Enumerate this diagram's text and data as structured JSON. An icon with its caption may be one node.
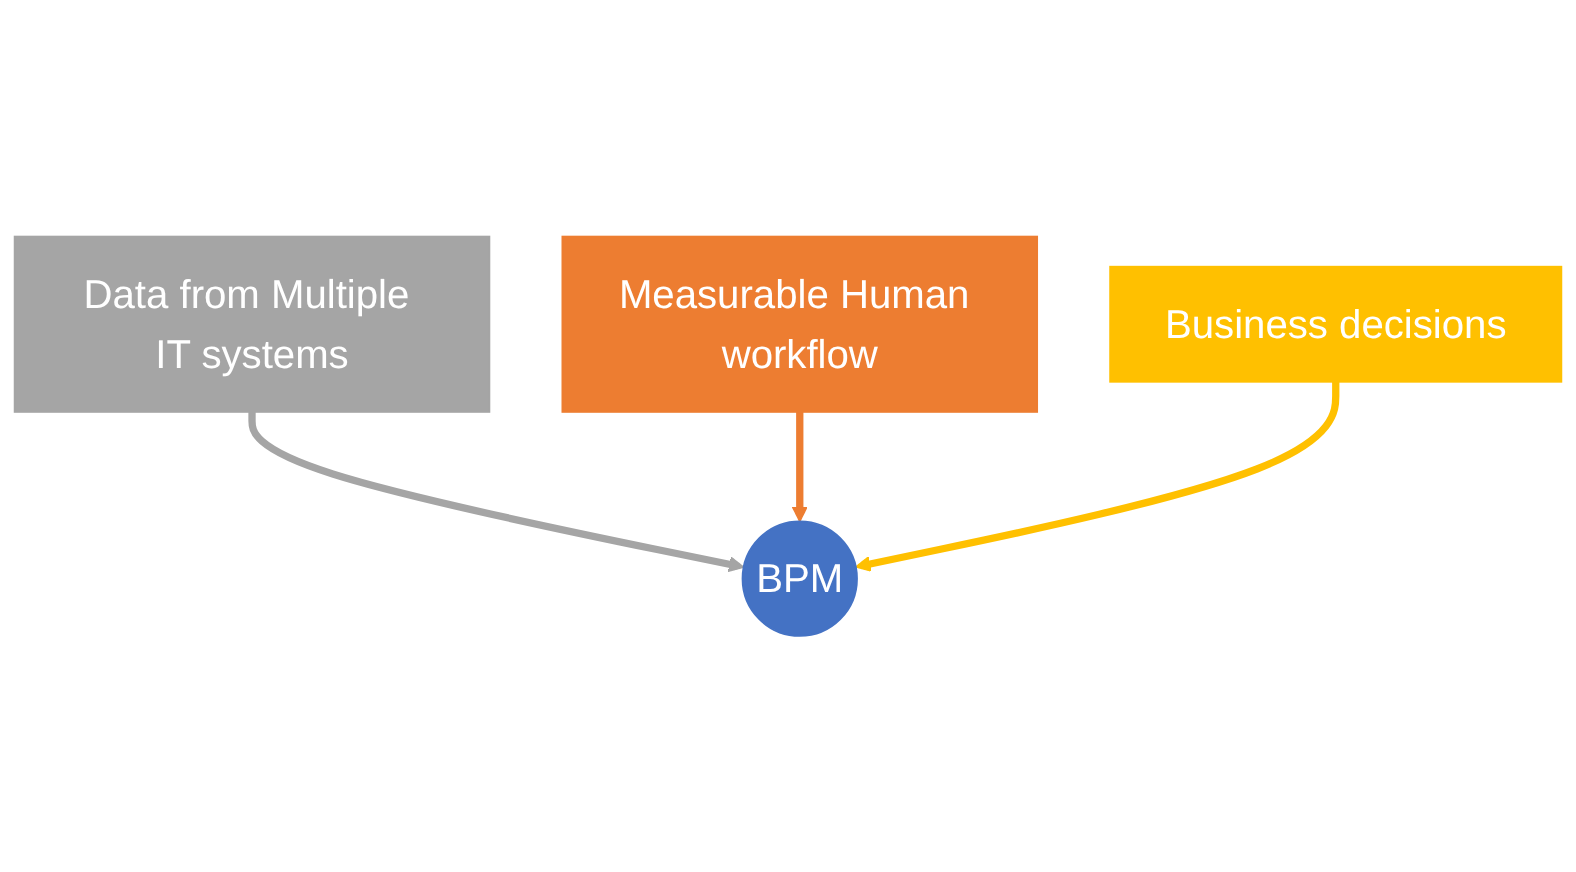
{
  "diagram": {
    "nodes": [
      {
        "text": [
          "Data from Multiple IT systems"
        ]
      },
      {
        "text": [
          "Measurable Human workflow"
        ]
      },
      {
        "text": [
          "BPM"
        ]
      },
      {
        "text": [
          "Business decisions"
        ]
      }
    ],
    "edges": [
      {
        "from": 0,
        "to": 2,
        "arrow": "to",
        "color": "#a5a5a5"
      },
      {
        "from": 1,
        "to": 2,
        "arrow": "to",
        "color": "#ed7d31"
      },
      {
        "from": 3,
        "to": 2,
        "arrow": "to",
        "color": "#ffc000"
      }
    ]
  }
}
